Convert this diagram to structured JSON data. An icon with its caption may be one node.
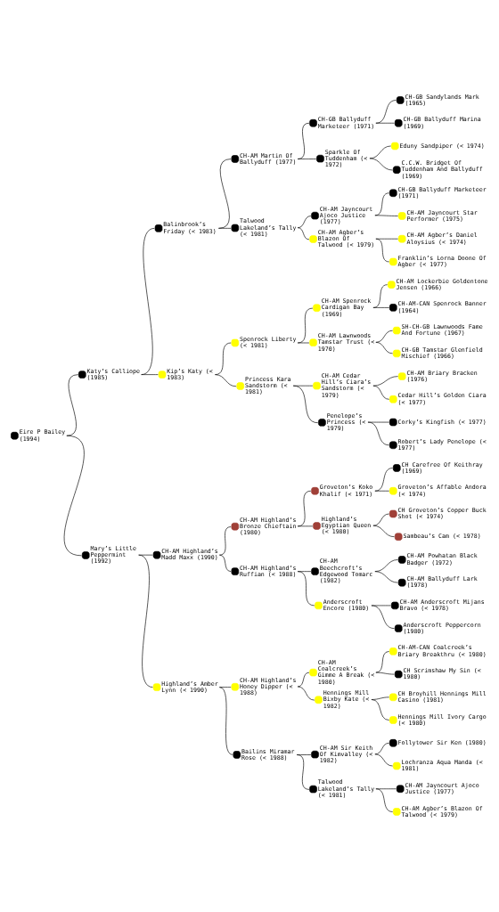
{
  "diagram": {
    "nodes": [
      {
        "text": [
          "CH-GB Sandylands Mark (1965)"
        ]
      },
      {
        "text": [
          "CH-GB Ballyduff Marketeer (1971)"
        ]
      },
      {
        "text": [
          "CH-GB Ballyduff Marina (1969)"
        ]
      },
      {
        "text": [
          "CH-AM Martin Of Ballyduff (1977)"
        ]
      },
      {
        "text": [
          "Eduny Sandpiper (< 1974)"
        ]
      },
      {
        "text": [
          "Sparkle Of Tuddenham (< 1972)"
        ]
      },
      {
        "text": [
          "C.C.W. Bridget Of Tuddenham And Ballyduff (1969)"
        ]
      },
      {
        "text": [
          "Balinbrook’s Friday (< 1983)"
        ]
      },
      {
        "text": [
          "CH-GB Ballyduff Marketeer (1971)"
        ]
      },
      {
        "text": [
          "CH-AM Jayncourt Ajoco Justice (1977)"
        ]
      },
      {
        "text": [
          "CH-AM Jayncourt Star Performer (1975)"
        ]
      },
      {
        "text": [
          "Talwood Lakeland’s Tally (< 1981)"
        ]
      },
      {
        "text": [
          "CH-AM Agber’s Daniel Aloysius (< 1974)"
        ]
      },
      {
        "text": [
          "CH-AM Agber’s Blazon Of Talwood (< 1979)"
        ]
      },
      {
        "text": [
          "Franklin’s Lorna Doone Of Agber (< 1977)"
        ]
      },
      {
        "text": [
          "Katy’s Calliope (1985)"
        ]
      },
      {
        "text": [
          "CH-AM Lockerbie Goldentone Jensen (1966)"
        ]
      },
      {
        "text": [
          "CH-AM Spenrock Cardigan Bay (1969)"
        ]
      },
      {
        "text": [
          "CH-AM-CAN Spenrock Banner (1964)"
        ]
      },
      {
        "text": [
          "Spenrock Liberty (< 1981)"
        ]
      },
      {
        "text": [
          "SH-CH-GB Lawnwoods Fame And Fortune (1967)"
        ]
      },
      {
        "text": [
          "CH-AM Lawnwoods Tamstar Trust (< 1970)"
        ]
      },
      {
        "text": [
          "CH-GB Tamstar Glenfield Mischief (1966)"
        ]
      },
      {
        "text": [
          "Kip’s Katy (< 1983)"
        ]
      },
      {
        "text": [
          "CH-AM Briary Bracken (1976)"
        ]
      },
      {
        "text": [
          "CH-AM Cedar Hill’s Ciara’s Sandstorm (< 1979)"
        ]
      },
      {
        "text": [
          "Cedar Hill’s Golden Ciara (< 1977)"
        ]
      },
      {
        "text": [
          "Princess Kara Sandstorm (< 1981)"
        ]
      },
      {
        "text": [
          "Corky’s Kingfish (< 1977)"
        ]
      },
      {
        "text": [
          "Penelope’s Princess (< 1979)"
        ]
      },
      {
        "text": [
          "Robert’s Lady Penelope (< 1977)"
        ]
      },
      {
        "text": [
          "Eire P Bailey (1994)"
        ]
      },
      {
        "text": [
          "CH Carefree Of Keithray (1969)"
        ]
      },
      {
        "text": [
          "Groveton’s Koko Khalif (< 1971)"
        ]
      },
      {
        "text": [
          "Groveton’s Affable Andora (< 1974)"
        ]
      },
      {
        "text": [
          "CH-AM Highland’s Bronze Chieftain (1980)"
        ]
      },
      {
        "text": [
          "CH Groveton’s Copper Buck Shot (< 1974)"
        ]
      },
      {
        "text": [
          "Highland’s Egyptian Queen (< 1980)"
        ]
      },
      {
        "text": [
          "Sambeau’s Cam (< 1978)"
        ]
      },
      {
        "text": [
          "CH-AM Highland’s Madd Maxx (1990)"
        ]
      },
      {
        "text": [
          "CH-AM Powhatan Black Badger (1972)"
        ]
      },
      {
        "text": [
          "CH-AM Beechcroft’s Edgewood Tomarc (1982)"
        ]
      },
      {
        "text": [
          "CH-AM Ballyduff Lark (1978)"
        ]
      },
      {
        "text": [
          "CH-AM Highland’s Ruffian (< 1988)"
        ]
      },
      {
        "text": [
          "CH-AM Anderscroft Mijans Bravo (< 1978)"
        ]
      },
      {
        "text": [
          "Anderscroft Encore (1980)"
        ]
      },
      {
        "text": [
          "Anderscroft Peppercorn (1980)"
        ]
      },
      {
        "text": [
          "Mary’s Little Peppermint (1992)"
        ]
      },
      {
        "text": [
          "CH-AM-CAN Coalcreek’s Briary Breakthru (< 1980)"
        ]
      },
      {
        "text": [
          "CH-AM Coalcreek’s Gimme A Break (< 1980)"
        ]
      },
      {
        "text": [
          "CH Scrimshaw My Sin (< 1980)"
        ]
      },
      {
        "text": [
          "CH-AM Highland’s Honey Dipper (< 1988)"
        ]
      },
      {
        "text": [
          "CH Broyhill Hennings Mill Casino (1981)"
        ]
      },
      {
        "text": [
          "Hennings Mill Bixby Kate (< 1982)"
        ]
      },
      {
        "text": [
          "Hennings Mill Ivory Cargo (< 1980)"
        ]
      },
      {
        "text": [
          "Highland’s Amber Lynn (< 1990)"
        ]
      },
      {
        "text": [
          "Follytower Sir Ken (1980)"
        ]
      },
      {
        "text": [
          "CH-AM Sir Keith Of Kimvalley (< 1982)"
        ]
      },
      {
        "text": [
          "Lochranza Aqua Manda (< 1981)"
        ]
      },
      {
        "text": [
          "Bailins Miramar Rose (< 1988)"
        ]
      },
      {
        "text": [
          "CH-AM Jayncourt Ajoco Justice (1977)"
        ]
      },
      {
        "text": [
          "Talwood Lakeland’s Tally (< 1981)"
        ]
      },
      {
        "text": [
          "CH-AM Agber’s Blazon Of Talwood (< 1979)"
        ]
      }
    ],
    "edges": [
      {
        "from": 31,
        "to": 15,
        "arrow": "none"
      },
      {
        "from": 15,
        "to": 7,
        "arrow": "none"
      },
      {
        "from": 7,
        "to": 3,
        "arrow": "none"
      },
      {
        "from": 3,
        "to": 1,
        "arrow": "none"
      },
      {
        "from": 1,
        "to": 0,
        "arrow": "none"
      },
      {
        "from": 1,
        "to": 2,
        "arrow": "none"
      },
      {
        "from": 3,
        "to": 5,
        "arrow": "none"
      },
      {
        "from": 5,
        "to": 4,
        "arrow": "none"
      },
      {
        "from": 5,
        "to": 6,
        "arrow": "none"
      },
      {
        "from": 7,
        "to": 11,
        "arrow": "none"
      },
      {
        "from": 11,
        "to": 9,
        "arrow": "none"
      },
      {
        "from": 9,
        "to": 8,
        "arrow": "none"
      },
      {
        "from": 9,
        "to": 10,
        "arrow": "none"
      },
      {
        "from": 11,
        "to": 13,
        "arrow": "none"
      },
      {
        "from": 13,
        "to": 12,
        "arrow": "none"
      },
      {
        "from": 13,
        "to": 14,
        "arrow": "none"
      },
      {
        "from": 15,
        "to": 23,
        "arrow": "none"
      },
      {
        "from": 23,
        "to": 19,
        "arrow": "none"
      },
      {
        "from": 19,
        "to": 17,
        "arrow": "none"
      },
      {
        "from": 17,
        "to": 16,
        "arrow": "none"
      },
      {
        "from": 17,
        "to": 18,
        "arrow": "none"
      },
      {
        "from": 19,
        "to": 21,
        "arrow": "none"
      },
      {
        "from": 21,
        "to": 20,
        "arrow": "none"
      },
      {
        "from": 21,
        "to": 22,
        "arrow": "none"
      },
      {
        "from": 23,
        "to": 27,
        "arrow": "none"
      },
      {
        "from": 27,
        "to": 25,
        "arrow": "none"
      },
      {
        "from": 25,
        "to": 24,
        "arrow": "none"
      },
      {
        "from": 25,
        "to": 26,
        "arrow": "none"
      },
      {
        "from": 27,
        "to": 29,
        "arrow": "none"
      },
      {
        "from": 29,
        "to": 28,
        "arrow": "none"
      },
      {
        "from": 29,
        "to": 30,
        "arrow": "none"
      },
      {
        "from": 31,
        "to": 47,
        "arrow": "none"
      },
      {
        "from": 47,
        "to": 39,
        "arrow": "none"
      },
      {
        "from": 39,
        "to": 35,
        "arrow": "none"
      },
      {
        "from": 35,
        "to": 33,
        "arrow": "none"
      },
      {
        "from": 33,
        "to": 32,
        "arrow": "none"
      },
      {
        "from": 33,
        "to": 34,
        "arrow": "none"
      },
      {
        "from": 35,
        "to": 37,
        "arrow": "none"
      },
      {
        "from": 37,
        "to": 36,
        "arrow": "none"
      },
      {
        "from": 37,
        "to": 38,
        "arrow": "none"
      },
      {
        "from": 39,
        "to": 43,
        "arrow": "none"
      },
      {
        "from": 43,
        "to": 41,
        "arrow": "none"
      },
      {
        "from": 41,
        "to": 40,
        "arrow": "none"
      },
      {
        "from": 41,
        "to": 42,
        "arrow": "none"
      },
      {
        "from": 43,
        "to": 45,
        "arrow": "none"
      },
      {
        "from": 45,
        "to": 44,
        "arrow": "none"
      },
      {
        "from": 45,
        "to": 46,
        "arrow": "none"
      },
      {
        "from": 47,
        "to": 55,
        "arrow": "none"
      },
      {
        "from": 55,
        "to": 51,
        "arrow": "none"
      },
      {
        "from": 51,
        "to": 49,
        "arrow": "none"
      },
      {
        "from": 49,
        "to": 48,
        "arrow": "none"
      },
      {
        "from": 49,
        "to": 50,
        "arrow": "none"
      },
      {
        "from": 51,
        "to": 53,
        "arrow": "none"
      },
      {
        "from": 53,
        "to": 52,
        "arrow": "none"
      },
      {
        "from": 53,
        "to": 54,
        "arrow": "none"
      },
      {
        "from": 55,
        "to": 59,
        "arrow": "none"
      },
      {
        "from": 59,
        "to": 57,
        "arrow": "none"
      },
      {
        "from": 57,
        "to": 56,
        "arrow": "none"
      },
      {
        "from": 57,
        "to": 58,
        "arrow": "none"
      },
      {
        "from": 59,
        "to": 61,
        "arrow": "none"
      },
      {
        "from": 61,
        "to": 60,
        "arrow": "none"
      },
      {
        "from": 61,
        "to": 62,
        "arrow": "none"
      }
    ]
  }
}
